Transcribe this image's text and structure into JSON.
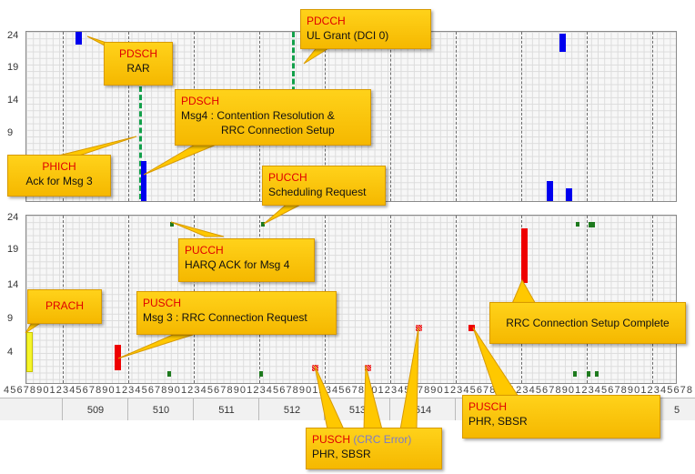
{
  "y_ticks": [
    "24",
    "19",
    "14",
    "9",
    "4"
  ],
  "x_digit_sequence": "456789012345678901234567890123456789012345678901234567890123456789012345678901234567890123456789012345678901",
  "frames": [
    "509",
    "510",
    "511",
    "512",
    "513",
    "514",
    "5"
  ],
  "colors": {
    "downlink": "#0000ee",
    "uplink_pusch": "#ee0000",
    "uplink_pucch": "#1e7a1e",
    "prach": "#f5f52a",
    "marker_line": "#12a04a",
    "callout_fill": "#ffc800",
    "channel_text": "#e00000",
    "crc_error_text": "#7a7acc"
  },
  "callouts": {
    "pdsch_rar": {
      "channel": "PDSCH",
      "text": "RAR"
    },
    "pdcch": {
      "channel": "PDCCH",
      "text": "UL Grant (DCI 0)"
    },
    "pdsch_msg4": {
      "channel": "PDSCH",
      "line1": "Msg4 : Contention Resolution &",
      "line2": "RRC Connection Setup"
    },
    "phich": {
      "channel": "PHICH",
      "text": "Ack for Msg 3"
    },
    "pucch_sr": {
      "channel": "PUCCH",
      "text": "Scheduling Request"
    },
    "pucch_harq": {
      "channel": "PUCCH",
      "text": "HARQ ACK for Msg 4"
    },
    "prach": {
      "channel": "PRACH"
    },
    "pusch_msg3": {
      "channel": "PUSCH",
      "text": "Msg 3 : RRC Connection Request"
    },
    "rrc_complete": {
      "text": "RRC Connection Setup Complete"
    },
    "pusch_phr_1": {
      "channel": "PUSCH",
      "text": "PHR, SBSR"
    },
    "pusch_crc": {
      "channel": "PUSCH",
      "crc": "(CRC Error)",
      "text": "PHR, SBSR"
    }
  },
  "frame_fragments": {
    "frame_513": "513",
    "frame_514": "14"
  }
}
